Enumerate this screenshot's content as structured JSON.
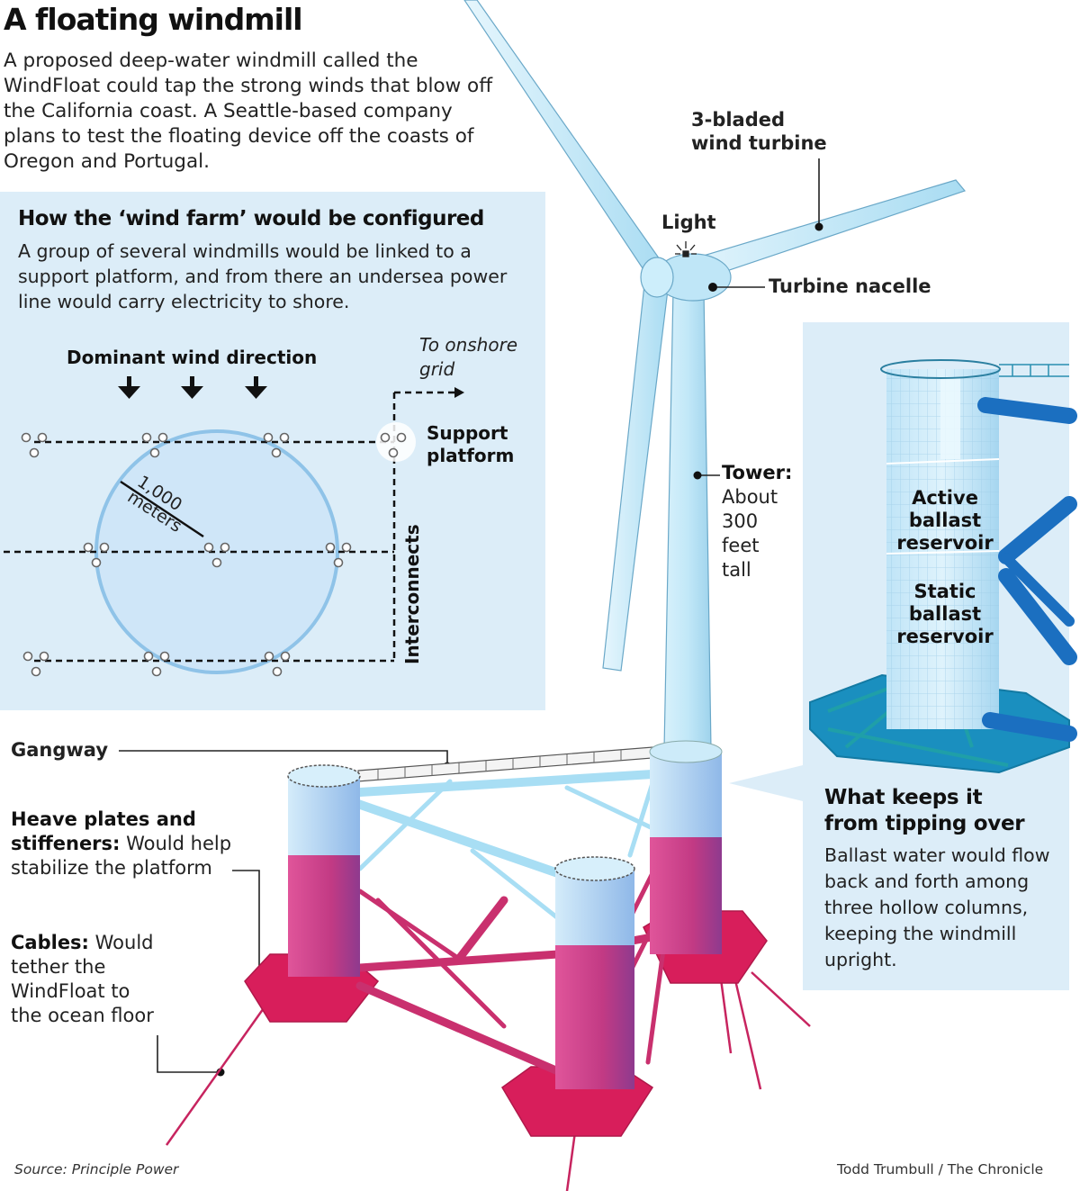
{
  "header": {
    "title": "A floating windmill",
    "intro": "A proposed deep-water windmill called the WindFloat could tap the strong winds that blow off the California coast. A Seattle-based company plans to test the floating device off the coasts of Oregon and Portugal."
  },
  "wind_farm_panel": {
    "title": "How the ‘wind farm’ would be configured",
    "description": "A group of several windmills would be linked to a support platform, and from there an undersea power line would carry electricity to shore.",
    "wind_direction_label": "Dominant wind direction",
    "onshore_label_line1": "To onshore",
    "onshore_label_line2": "grid",
    "support_label_line1": "Support",
    "support_label_line2": "platform",
    "radius_label_line1": "1,000",
    "radius_label_line2": "meters",
    "interconnects_label": "Interconnects",
    "background_color": "#dcedf8",
    "circle_color": "#8fc3e8"
  },
  "turbine_labels": {
    "blades_line1": "3-bladed",
    "blades_line2": "wind turbine",
    "light": "Light",
    "nacelle": "Turbine nacelle",
    "tower_title": "Tower:",
    "tower_line1": "About",
    "tower_line2": "300",
    "tower_line3": "feet",
    "tower_line4": "tall"
  },
  "platform_labels": {
    "gangway": "Gangway",
    "heave_bold": "Heave plates and",
    "heave_bold2": "stiffeners:",
    "heave_rest1": " Would help",
    "heave_rest2": "stabilize the platform",
    "cables_bold": "Cables:",
    "cables_rest1": " Would",
    "cables_line2": "tether the",
    "cables_line3": "WindFloat to",
    "cables_line4": "the ocean floor"
  },
  "ballast_panel": {
    "active_line1": "Active",
    "active_line2": "ballast",
    "active_line3": "reservoir",
    "static_line1": "Static",
    "static_line2": "ballast",
    "static_line3": "reservoir",
    "heading_line1": "What keeps it",
    "heading_line2": "from tipping over",
    "description": "Ballast water would flow back and forth among three hollow columns, keeping the windmill upright."
  },
  "colors": {
    "turbine_light_blue": "#bfe6f7",
    "column_top_blue": "#c9e6f8",
    "column_magenta": "#d63a7c",
    "base_crimson": "#d81e5b",
    "strut_blue": "#9fd8f0",
    "ballast_dark_blue": "#1b6fc0",
    "ballast_teal": "#1f9fa8"
  },
  "footer": {
    "source": "Source: Principle Power",
    "credit": "Todd Trumbull / The Chronicle"
  }
}
